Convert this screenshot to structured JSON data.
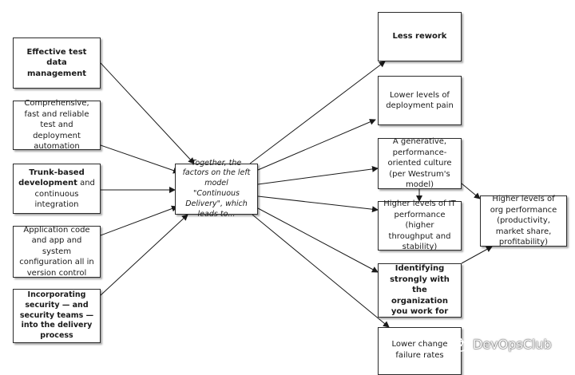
{
  "colors": {
    "box_border": "#2b2b2b",
    "arrow": "#1a1a1a",
    "background": "#ffffff"
  },
  "left_boxes": [
    {
      "bold": "Effective test data management",
      "rest": ""
    },
    {
      "bold": "",
      "rest": "Comprehensive, fast and reliable test and deployment automation"
    },
    {
      "bold": "Trunk-based development",
      "rest": " and continuous integration"
    },
    {
      "bold": "",
      "rest": "Application code and app and system configuration all in version control"
    },
    {
      "bold": "Incorporating security — and security teams — into the delivery process",
      "rest": ""
    }
  ],
  "center_box": {
    "text": "Together, the factors on the left model \"Continuous Delivery\", which leads to..."
  },
  "right_boxes": [
    {
      "bold": "Less rework",
      "rest": ""
    },
    {
      "bold": "",
      "rest": "Lower levels of deployment pain"
    },
    {
      "bold": "",
      "rest": "A generative, performance-oriented culture (per Westrum's model)"
    },
    {
      "bold": "",
      "rest": "Higher levels of IT performance (higher throughput and stability)"
    },
    {
      "bold": "Identifying strongly with the organization you work for",
      "rest": ""
    },
    {
      "bold": "",
      "rest": "Lower change failure rates"
    }
  ],
  "far_right_box": {
    "text": "Higher levels of org performance (productivity, market share, profitability)"
  },
  "watermark": {
    "icon": "wechat-icon",
    "text": "DevOpsClub"
  }
}
